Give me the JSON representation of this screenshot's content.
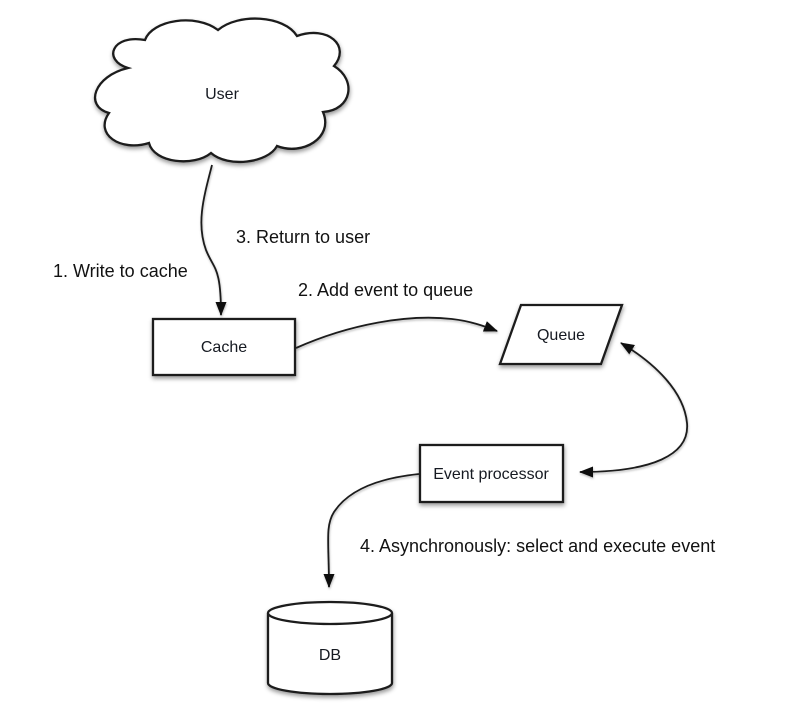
{
  "diagram_type": "flow-diagram",
  "nodes": {
    "user": {
      "label": "User",
      "shape": "cloud"
    },
    "cache": {
      "label": "Cache",
      "shape": "rectangle"
    },
    "queue": {
      "label": "Queue",
      "shape": "parallelogram"
    },
    "event_processor": {
      "label": "Event processor",
      "shape": "rectangle"
    },
    "db": {
      "label": "DB",
      "shape": "cylinder"
    }
  },
  "annotations": {
    "step1": "1. Write to cache",
    "step2": "2. Add event to queue",
    "step3": "3. Return to user",
    "step4": "4. Asynchronously: select and execute event"
  },
  "edges": [
    {
      "from": "user",
      "to": "cache",
      "style": "arrow",
      "annotations": [
        "step1",
        "step3"
      ]
    },
    {
      "from": "cache",
      "to": "queue",
      "style": "arrow",
      "annotations": [
        "step2"
      ]
    },
    {
      "from": "queue",
      "to": "event_processor",
      "style": "double-arrow",
      "annotations": []
    },
    {
      "from": "event_processor",
      "to": "db",
      "style": "arrow",
      "annotations": [
        "step4"
      ]
    }
  ],
  "colors": {
    "background": "#ffffff",
    "shape_fill": "#ffffff",
    "line": "#1b1b1b",
    "text": "#161a22"
  }
}
